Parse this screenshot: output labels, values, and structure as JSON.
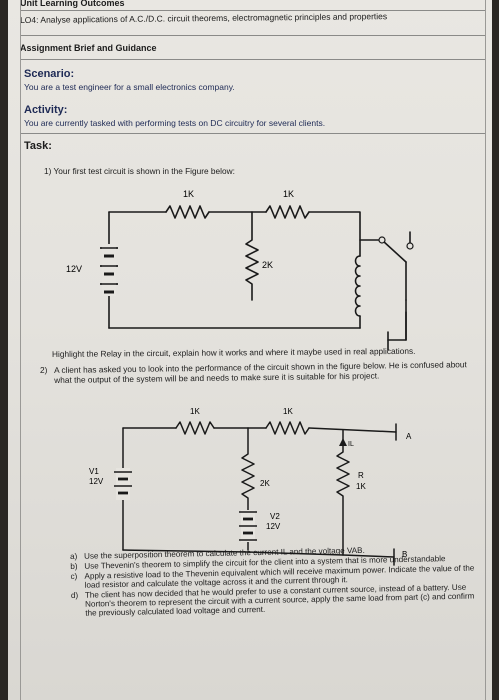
{
  "header": {
    "unit_title": "Unit Learning Outcomes",
    "lo4": "LO4: Analyse applications of A.C./D.C. circuit theorems, electromagnetic principles and properties",
    "brief": "Assignment Brief and Guidance"
  },
  "scenario": {
    "label": "Scenario:",
    "text": "You are a test engineer for a small electronics company."
  },
  "activity": {
    "label": "Activity:",
    "text": "You are currently tasked with performing tests on DC circuitry for several clients."
  },
  "task": {
    "label": "Task:",
    "q1": "1)  Your first test circuit is shown in the Figure below:",
    "q1_highlight": "Highlight the Relay in the circuit, explain how it works and where it maybe used in real applications.",
    "q2_number": "2)",
    "q2_text": "A client has asked you to look into the performance of the circuit shown in the figure below. He is confused about what the output of the system will be and needs to make sure it is suitable for his project."
  },
  "circuit1": {
    "r1": "1K",
    "r2": "1K",
    "r3": "2K",
    "battery": "12V"
  },
  "circuit2": {
    "r1": "1K",
    "r2": "1K",
    "r3": "2K",
    "v1_name": "V1",
    "v1_value": "12V",
    "v2_name": "V2",
    "v2_value": "12V",
    "rl_name": "R",
    "rl_value": "1K",
    "current": "IL",
    "node_a": "A",
    "node_b": "B"
  },
  "subquestions": [
    {
      "letter": "a)",
      "text": "Use the superposition theorem to calculate the current IL and the voltage VAB."
    },
    {
      "letter": "b)",
      "text": "Use Thevenin's theorem to simplify the circuit for the client into a system that is more understandable"
    },
    {
      "letter": "c)",
      "text": "Apply a resistive load to the Thevenin equivalent which will receive maximum power. Indicate the value of the load resistor and calculate the voltage across it and the current through it."
    },
    {
      "letter": "d)",
      "text": "The client has now decided that he would prefer to use a constant current source, instead of a battery. Use Norton's theorem to represent the circuit with a current source, apply the same load from part (c) and confirm the previously calculated load voltage and current."
    }
  ],
  "colors": {
    "paper": "#e6e4df",
    "ink": "#1c1c1c",
    "blue_text": "#1e2a55",
    "background": "#2a2723"
  }
}
